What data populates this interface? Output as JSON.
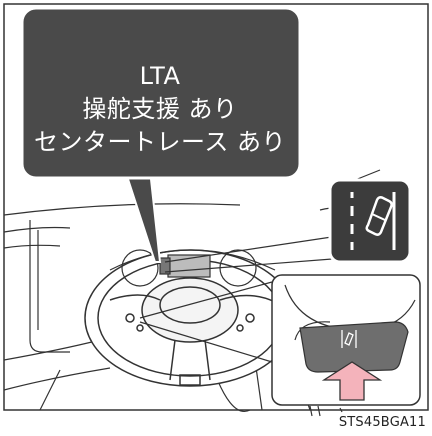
{
  "callout": {
    "line1": "LTA",
    "line2": "操舵支援 あり",
    "line3": "センタートレース あり"
  },
  "indicator_icon": "lane-tracing-assist-icon",
  "arrow_icon": "pointer-arrow-icon",
  "figure_code": "STS45BGA11",
  "colors": {
    "callout_bg": "#4a4a4a",
    "callout_text": "#ffffff",
    "arrow_fill": "#f4b3bb",
    "line": "#333333",
    "panel": "#6e6e6e"
  }
}
